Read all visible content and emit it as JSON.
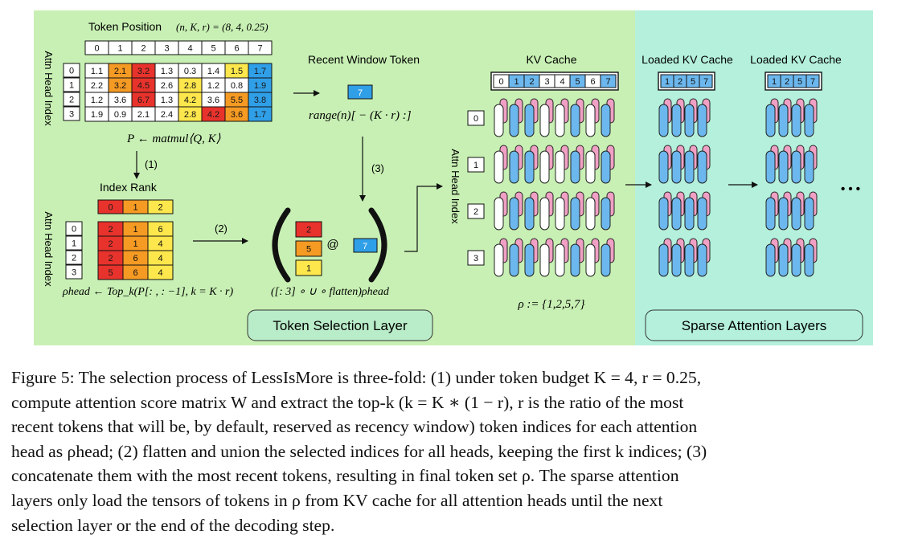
{
  "figure": {
    "token_position_label": "Token Position",
    "token_position_params": "(n, K, r) = (8, 4, 0.25)",
    "attn_head_index_label": "Attn Head Index",
    "token_columns": [
      "0",
      "1",
      "2",
      "3",
      "4",
      "5",
      "6",
      "7"
    ],
    "head_rows": [
      "0",
      "1",
      "2",
      "3"
    ],
    "score_matrix": [
      [
        "1.1",
        "2.1",
        "3.2",
        "1.3",
        "0.3",
        "1.4",
        "1.5",
        "1.7"
      ],
      [
        "2.2",
        "3.2",
        "4.5",
        "2.6",
        "2.8",
        "1.2",
        "0.8",
        "1.9"
      ],
      [
        "1.2",
        "3.6",
        "6.7",
        "1.3",
        "4.2",
        "3.6",
        "5.5",
        "3.8"
      ],
      [
        "1.9",
        "0.9",
        "2.1",
        "2.4",
        "2.8",
        "4.2",
        "3.6",
        "1.7"
      ]
    ],
    "score_colors": [
      [
        "#ffffff",
        "#f59a23",
        "#e8322c",
        "#ffffff",
        "#ffffff",
        "#ffffff",
        "#fde74c",
        "#2f9fe8"
      ],
      [
        "#ffffff",
        "#f59a23",
        "#e8322c",
        "#ffffff",
        "#fde74c",
        "#ffffff",
        "#ffffff",
        "#2f9fe8"
      ],
      [
        "#ffffff",
        "#ffffff",
        "#e8322c",
        "#ffffff",
        "#fde74c",
        "#ffffff",
        "#f59a23",
        "#2f9fe8"
      ],
      [
        "#ffffff",
        "#ffffff",
        "#ffffff",
        "#ffffff",
        "#fde74c",
        "#e8322c",
        "#f59a23",
        "#2f9fe8"
      ]
    ],
    "matmul_formula": "P ← matmul⟨Q, K⟩",
    "step1_label": "(1)",
    "step2_label": "(2)",
    "step3_label": "(3)",
    "index_rank_label": "Index Rank",
    "rank_header": [
      "0",
      "1",
      "2"
    ],
    "rank_header_colors": [
      "#e8322c",
      "#f59a23",
      "#fde74c"
    ],
    "rank_matrix": [
      [
        "2",
        "1",
        "6"
      ],
      [
        "2",
        "1",
        "4"
      ],
      [
        "2",
        "6",
        "4"
      ],
      [
        "5",
        "6",
        "4"
      ]
    ],
    "rank_colors": [
      [
        "#e8322c",
        "#f59a23",
        "#fde74c"
      ],
      [
        "#e8322c",
        "#f59a23",
        "#fde74c"
      ],
      [
        "#e8322c",
        "#f59a23",
        "#fde74c"
      ],
      [
        "#e8322c",
        "#f59a23",
        "#fde74c"
      ]
    ],
    "rho_head_formula": "ρhead ← Top_k(P[: , : −1], k = K · r)",
    "recent_window_label": "Recent Window Token",
    "recent_token": "7",
    "range_formula": "range(n)[ − (K · r) :]",
    "selected_column": [
      "2",
      "5",
      "1"
    ],
    "selected_column_colors": [
      "#e8322c",
      "#f59a23",
      "#fde74c"
    ],
    "concat_symbol": "@",
    "concat_recent": "7",
    "flatten_formula": "([: 3] ∘ ∪ ∘ flatten)ρhead",
    "token_selection_layer_label": "Token Selection Layer",
    "kv_cache_label": "KV Cache",
    "kv_cache_tokens": [
      "0",
      "1",
      "2",
      "3",
      "4",
      "5",
      "6",
      "7"
    ],
    "kv_cache_token_colors": [
      "#ffffff",
      "#6cb8ee",
      "#6cb8ee",
      "#ffffff",
      "#ffffff",
      "#6cb8ee",
      "#ffffff",
      "#6cb8ee"
    ],
    "kv_heads": [
      "0",
      "1",
      "2",
      "3"
    ],
    "rho_set": "ρ := {1,2,5,7}",
    "loaded_kv_label_1": "Loaded KV Cache",
    "loaded_kv_label_2": "Loaded KV Cache",
    "loaded_tokens": [
      "1",
      "2",
      "5",
      "7"
    ],
    "ellipsis": "• • •",
    "sparse_attention_label": "Sparse Attention Layers",
    "colors": {
      "green_bg": "#c8f0b4",
      "teal_bg": "#b4f0dc",
      "label_fill": "#b9ecc8",
      "red": "#e8322c",
      "orange": "#f59a23",
      "yellow": "#fde74c",
      "blue": "#2f9fe8",
      "kv_blue": "#6cb8ee",
      "kv_pink": "#f0a0c4"
    }
  },
  "caption": {
    "lines": [
      "Figure 5: The selection process of LessIsMore is three-fold: (1) under token budget K = 4, r = 0.25,",
      "compute attention score matrix W and extract the top-k (k = K ∗ (1 − r), r is the ratio of the most",
      "recent tokens that will be, by default, reserved as recency window) token indices for each attention",
      "head as ρhead; (2) flatten and union the selected indices for all heads, keeping the first k indices; (3)",
      "concatenate them with the most recent tokens, resulting in final token set ρ. The sparse attention",
      "layers only load the tensors of tokens in ρ from KV cache for all attention heads until the next",
      "selection layer or the end of the decoding step."
    ]
  }
}
